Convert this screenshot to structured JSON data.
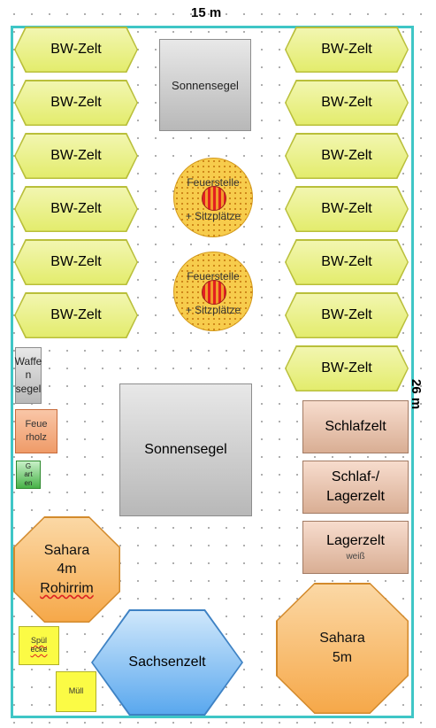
{
  "dimensions": {
    "width": "15 m",
    "height": "26 m"
  },
  "bw_zelt_label": "BW-Zelt",
  "left_tents": [
    "BW-Zelt",
    "BW-Zelt",
    "BW-Zelt",
    "BW-Zelt",
    "BW-Zelt",
    "BW-Zelt"
  ],
  "right_tents": [
    "BW-Zelt",
    "BW-Zelt",
    "BW-Zelt",
    "BW-Zelt",
    "BW-Zelt",
    "BW-Zelt",
    "BW-Zelt"
  ],
  "sonnensegel_top": "Sonnensegel",
  "sonnensegel_center": "Sonnensegel",
  "fire_pits": [
    {
      "line1": "Feuerstelle",
      "line2": "+ Sitzplätze"
    },
    {
      "line1": "Feuerstelle",
      "line2": "+ Sitzplätze"
    }
  ],
  "waffensegel": {
    "line1": "Waffe",
    "line2": "n",
    "line3": "segel"
  },
  "feuerholz": {
    "line1": "Feue",
    "line2": "rholz"
  },
  "garten": {
    "line1": "G",
    "line2": "art",
    "line3": "en"
  },
  "schlafzelt": "Schlafzelt",
  "schlaf_lagerzelt": {
    "line1": "Schlaf-/",
    "line2": "Lagerzelt"
  },
  "lagerzelt": {
    "line1": "Lagerzelt",
    "line2": "weiß"
  },
  "sahara_rohirrim": {
    "line1": "Sahara",
    "line2": "4m",
    "line3": "Rohirrim"
  },
  "sahara_5m": {
    "line1": "Sahara",
    "line2": "5m"
  },
  "sachsenzelt": "Sachsenzelt",
  "spuelecke": {
    "line1": "Spül",
    "line2": "ecke"
  },
  "muell": "Müll",
  "colors": {
    "border": "#3fc6c6",
    "bw_zelt": "#e3ec6c",
    "fire": "#f7cc4c",
    "sahara": "#f6a849",
    "sachsen": "#5aa8ee",
    "yellow": "#fbfb45"
  }
}
